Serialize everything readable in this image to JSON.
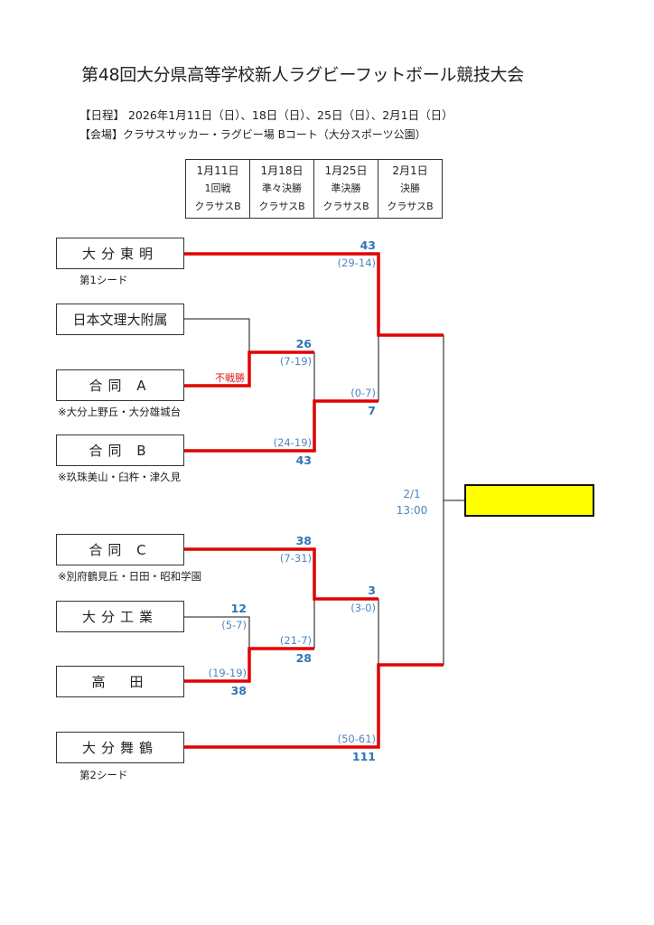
{
  "title": "第48回大分県高等学校新人ラグビーフットボール競技大会",
  "schedule_line": "【日程】 2026年1月11日（日）、18日（日）、25日（日）、2月1日（日）",
  "venue_line": "【会場】クラサスサッカー・ラグビー場 Bコート（大分スポーツ公園）",
  "schedule_table": [
    {
      "date": "1月11日",
      "round": "1回戦",
      "venue": "クラサスB"
    },
    {
      "date": "1月18日",
      "round": "準々決勝",
      "venue": "クラサスB"
    },
    {
      "date": "1月25日",
      "round": "準決勝",
      "venue": "クラサスB"
    },
    {
      "date": "2月1日",
      "round": "決勝",
      "venue": "クラサスB"
    }
  ],
  "teams": [
    {
      "name": "大分東明",
      "note": "第1シード"
    },
    {
      "name": "日本文理大附属",
      "note": ""
    },
    {
      "name": "合同 A",
      "note": "※大分上野丘・大分雄城台"
    },
    {
      "name": "合同 B",
      "note": "※玖珠美山・臼杵・津久見"
    },
    {
      "name": "合同 C",
      "note": "※別府鶴見丘・日田・昭和学園"
    },
    {
      "name": "大分工業",
      "note": ""
    },
    {
      "name": "高　田",
      "note": ""
    },
    {
      "name": "大分舞鶴",
      "note": "第2シード"
    }
  ],
  "results": {
    "r1_upper": {
      "winner_label": "不戦勝"
    },
    "qf_upper": {
      "top_score": "26",
      "top_half": "(7-19)",
      "bottom_half": "(24-19)",
      "bottom_score": "43"
    },
    "sf_upper": {
      "top_score": "43",
      "top_half": "(29-14)",
      "bottom_half": "(0-7)",
      "bottom_score": "7"
    },
    "r1_lower": {
      "top_score": "12",
      "top_half": "(5-7)",
      "bottom_half": "(19-19)",
      "bottom_score": "38"
    },
    "qf_lower": {
      "top_score": "38",
      "top_half": "(7-31)",
      "bottom_half": "(21-7)",
      "bottom_score": "28"
    },
    "sf_lower": {
      "top_score": "3",
      "top_half": "(3-0)",
      "bottom_half": "(50-61)",
      "bottom_score": "111"
    }
  },
  "final": {
    "date": "2/1",
    "time": "13:00",
    "winner": ""
  },
  "colors": {
    "win_line": "#e00000",
    "line": "#444444",
    "score": "#2e75b6",
    "winner_box": "#ffff00"
  }
}
